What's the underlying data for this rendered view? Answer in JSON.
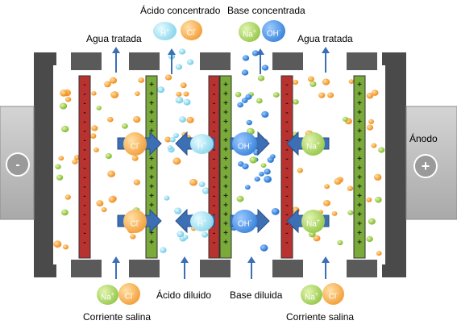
{
  "labels": {
    "acid_concentrated": "Ácido concentrado",
    "base_concentrated": "Base concentrada",
    "treated_water_left": "Agua tratada",
    "treated_water_right": "Agua tratada",
    "anode": "Ánodo",
    "acid_diluted": "Ácido diluido",
    "base_diluted": "Base diluida",
    "saline_stream_left": "Corriente salina",
    "saline_stream_right": "Corriente salina"
  },
  "electrodes": {
    "cathode_sign": "-",
    "anode_sign": "+"
  },
  "ions": {
    "h": "H",
    "h_charge": "+",
    "cl": "Cl",
    "cl_charge": "-",
    "na": "Na",
    "na_charge": "+",
    "oh": "OH",
    "oh_charge": "-"
  },
  "membrane_signs": {
    "cation_exchange": "-",
    "anion_exchange": "+"
  },
  "colors": {
    "cation_membrane": "#b8322f",
    "anion_membrane": "#7aab3a",
    "frame": "#4a4a4a",
    "electrode": "#bfbfbf",
    "arrow": "#3d6fb5",
    "ion_h": "#7fd3ea",
    "ion_cl": "#f39a2a",
    "ion_na": "#8cc63f",
    "ion_oh": "#2e7fd8"
  }
}
